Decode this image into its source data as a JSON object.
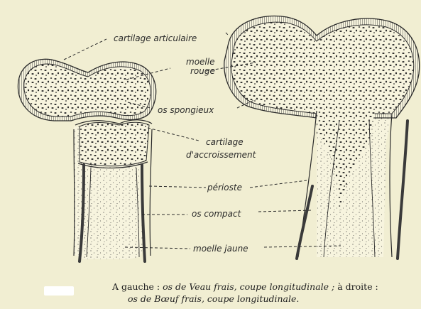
{
  "labels": {
    "cartilage_articulaire": "cartilage articulaire",
    "moelle_rouge_1": "moelle",
    "moelle_rouge_2": "rouge",
    "os_spongieux": "os spongieux",
    "cartilage_accroissement_1": "cartilage",
    "cartilage_accroissement_2": "d'accroissement",
    "perioste": "périoste",
    "os_compact": "os compact",
    "moelle_jaune": "moelle jaune"
  },
  "caption": {
    "line1_a": "A gauche : ",
    "line1_b": "os de Veau frais, coupe longitudinale ;",
    "line1_c": " à droite :",
    "line2": "os de Bœuf frais, coupe longitudinale."
  },
  "colors": {
    "background": "#f1eed2",
    "ink": "#2a2a2a",
    "bone_fill": "#f7f4de"
  }
}
